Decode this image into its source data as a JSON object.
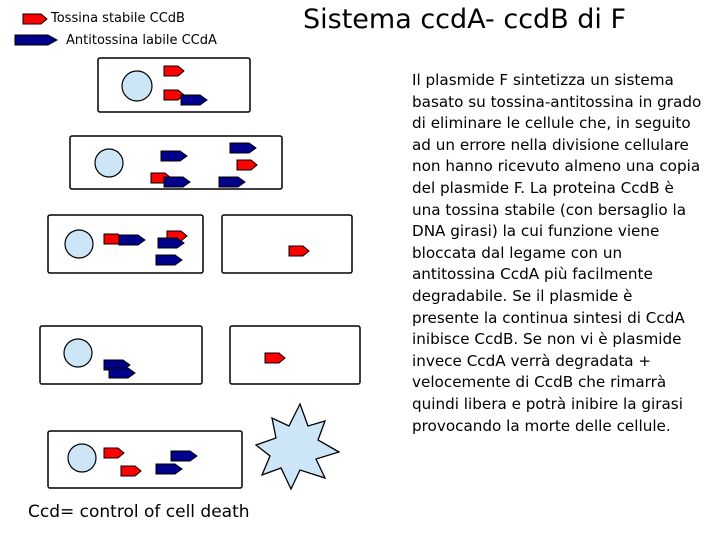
{
  "legend": {
    "toxin_label": "Tossina stabile CCdB",
    "antitoxin_label": "Antitossina labile CCdA"
  },
  "title": "Sistema ccdA- ccdB di F",
  "description": "Il plasmide F sintetizza un sistema basato su tossina-antitossina in grado di eliminare le cellule che, in seguito ad un errore nella divisione cellulare non hanno ricevuto almeno una copia del plasmide F. La proteina CcdB è una tossina stabile (con bersaglio la DNA girasi) la cui funzione viene bloccata dal legame con un antitossina CcdA più facilmente degradabile. Se il plasmide è presente la continua sintesi di CcdA inibisce CcdB. Se non vi è plasmide invece CcdA verrà degradata + velocemente di CcdB che rimarrà quindi libera e potrà inibire la girasi provocando la morte delle cellule.",
  "footer": "Ccd= control of cell death",
  "colors": {
    "toxin": "#ff0000",
    "antitoxin": "#00008b",
    "plasmid": "#cce6f8",
    "dead_cell": "#cce6f8"
  }
}
